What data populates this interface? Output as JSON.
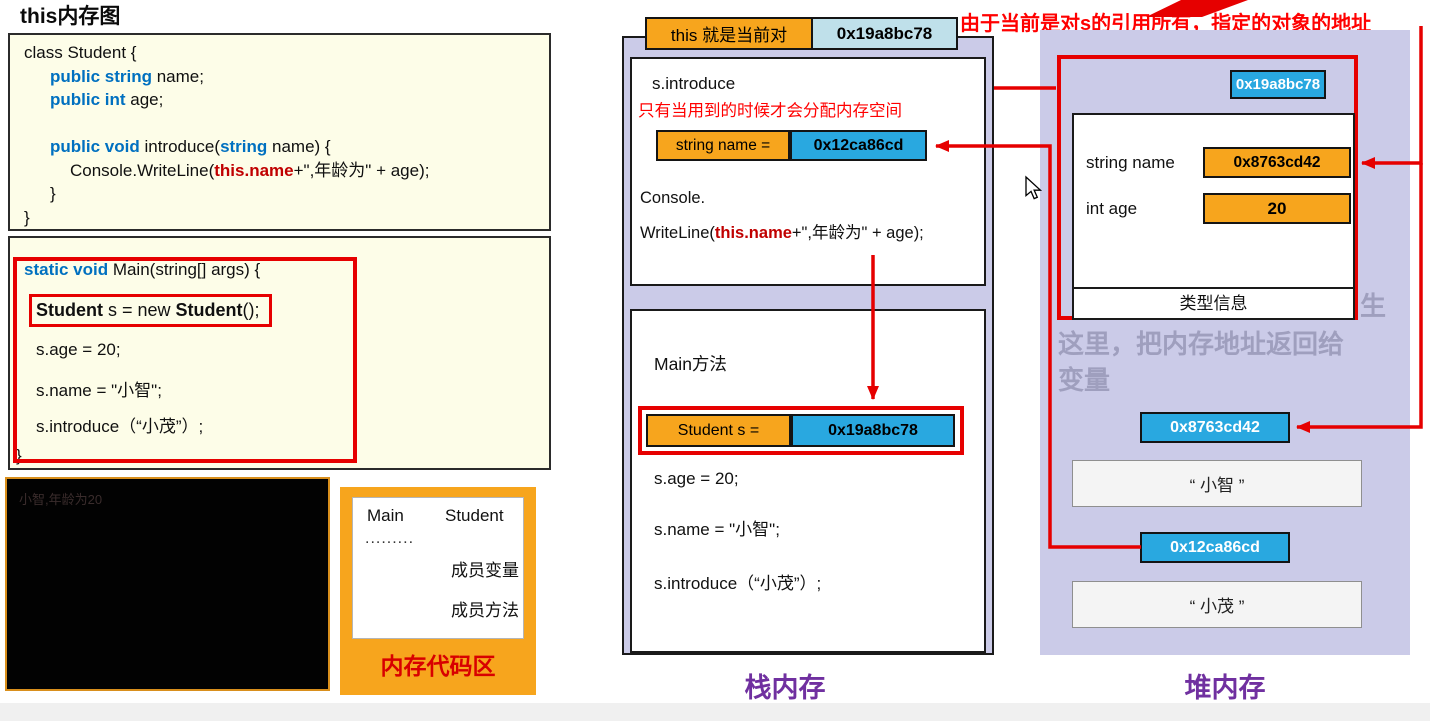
{
  "page": {
    "title": "this内存图"
  },
  "class_code": {
    "l1": "class Student {",
    "l2_kw": "public string",
    "l2_txt": " name;",
    "l3_kw": "public int",
    "l3_txt": " age;",
    "l4_kw": "public void",
    "l4_mid": " introduce(",
    "l4_kw2": "string",
    "l4_end": " name) {",
    "l5_a": "Console.WriteLine(",
    "l5_this": "this.name",
    "l5_b": "+\",年龄为\" + age);",
    "l6": "}",
    "l7": "}"
  },
  "main_code": {
    "l1_kw": "static void",
    "l1_txt": " Main(string[] args) {",
    "l2_b1": "Student",
    "l2_mid": " s = new ",
    "l2_b2": "Student",
    "l2_end": "();",
    "l3": "s.age = 20;",
    "l4": "s.name = \"小智\";",
    "l5": "s.introduce（“小茂”）;",
    "l6": "}"
  },
  "console_panel": {
    "faint_text": "小智,年龄为20"
  },
  "code_area": {
    "col_main": "Main",
    "col_student": "Student",
    "dots": ".........",
    "member_var": "成员变量",
    "member_method": "成员方法",
    "caption": "内存代码区"
  },
  "stack": {
    "this_label": "this 就是当前对",
    "this_addr": "0x19a8bc78",
    "frame_introduce": {
      "title": "s.introduce",
      "note": "只有当用到的时候才会分配内存空间",
      "var_label": "string name =",
      "var_addr": "0x12ca86cd",
      "console_line": "Console.",
      "write_a": "WriteLine(",
      "write_this": "this.name",
      "write_b": "+\",年龄为\" + age);"
    },
    "frame_main": {
      "title": "Main方法",
      "var_label": "Student s =",
      "var_addr": "0x19a8bc78",
      "line_age": "s.age = 20;",
      "line_name": "s.name = \"小智\";",
      "line_introduce": "s.introduce（“小茂”）;"
    },
    "caption": "栈内存"
  },
  "heap": {
    "annotation": "由于当前是对s的引用所有，指定的对象的地址",
    "object": {
      "addr": "0x19a8bc78",
      "field1_name": "string name",
      "field1_value": "0x8763cd42",
      "field2_name": "int age",
      "field2_value": "20",
      "footer": "类型信息"
    },
    "watermark_line1": "这里，把内存地址返回给",
    "watermark_line2": "变量",
    "watermark_stray": "生",
    "item1_addr": "0x8763cd42",
    "item1_value": "“ 小智 ”",
    "item2_addr": "0x12ca86cd",
    "item2_value": "“ 小茂 ”",
    "caption": "堆内存"
  }
}
